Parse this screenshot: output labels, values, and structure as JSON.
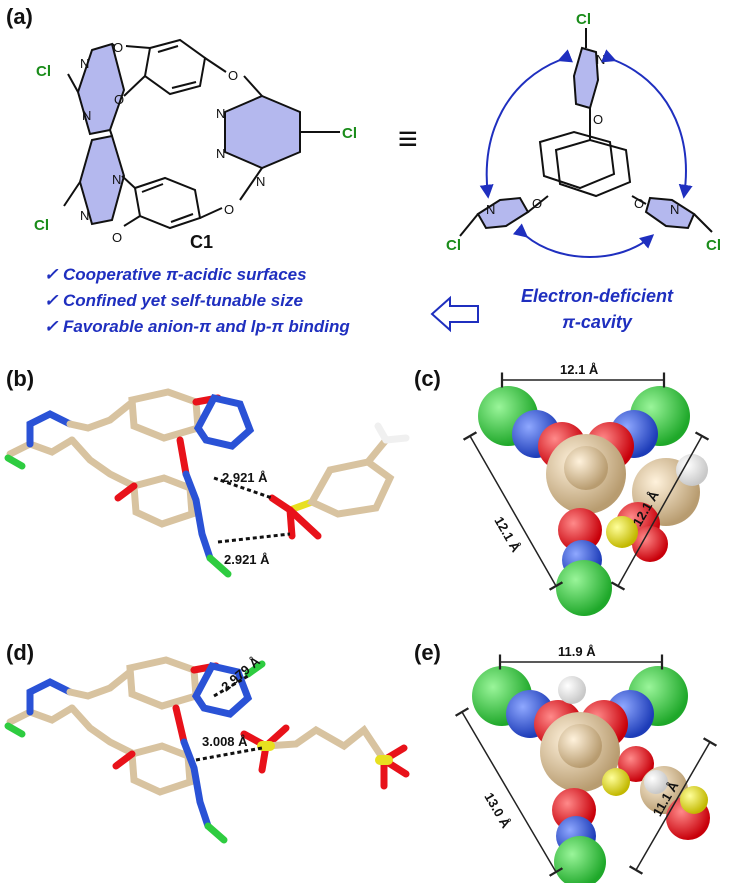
{
  "panels": {
    "a": "(a)",
    "b": "(b)",
    "c": "(c)",
    "d": "(d)",
    "e": "(e)"
  },
  "molecule_name": "C1",
  "atoms": {
    "cl": "Cl",
    "o": "O",
    "n": "N"
  },
  "equiv_symbol": "≡",
  "features": [
    "✓ Cooperative π-acidic surfaces",
    "✓ Confined yet self-tunable size",
    "✓ Favorable anion-π and lp-π binding"
  ],
  "cavity_text": [
    "Electron-deficient",
    "π-cavity"
  ],
  "distances": {
    "b1": "2.921 Å",
    "b2": "2.921 Å",
    "d1": "2.979 Å",
    "d2": "3.008 Å"
  },
  "dimensions": {
    "c_top": "12.1 Å",
    "c_left": "12.1 Å",
    "c_right": "12.1 Å",
    "e_top": "11.9 Å",
    "e_left": "13.0 Å",
    "e_right": "11.1 Å"
  },
  "colors": {
    "triazine_fill": "#b4b8ee",
    "chlorine": "#2ecc40",
    "oxygen": "#e8121a",
    "nitrogen": "#2a52d6",
    "carbon": "#d8c3a0",
    "sulfur": "#e8e020",
    "hydrogen": "#f4f4f4",
    "text_blue": "#1f2fbf"
  }
}
